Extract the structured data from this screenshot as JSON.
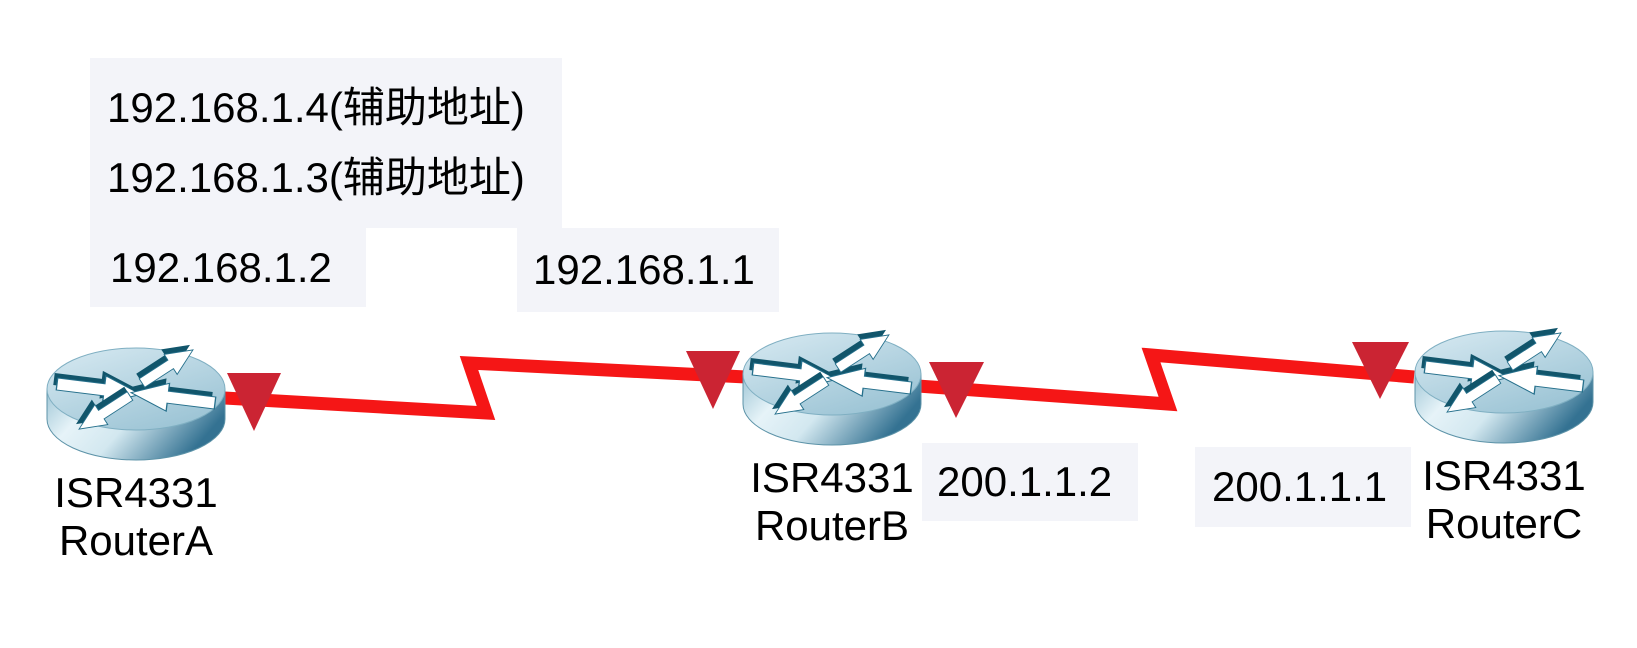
{
  "diagram": {
    "type": "network-topology",
    "ip_labels": {
      "aux1": "192.168.1.4(辅助地址)",
      "aux2": "192.168.1.3(辅助地址)",
      "routerA_lan": "192.168.1.2",
      "routerB_lan": "192.168.1.1",
      "routerB_wan": "200.1.1.2",
      "routerC_wan": "200.1.1.1"
    },
    "devices": [
      {
        "model": "ISR4331",
        "name": "RouterA"
      },
      {
        "model": "ISR4331",
        "name": "RouterB"
      },
      {
        "model": "ISR4331",
        "name": "RouterC"
      }
    ],
    "links": [
      {
        "from": "RouterA",
        "to": "RouterB",
        "type": "serial",
        "status": "down"
      },
      {
        "from": "RouterB",
        "to": "RouterC",
        "type": "serial",
        "status": "down"
      }
    ],
    "colors": {
      "link_red": "#f51616",
      "arrow_red": "#cb2433",
      "label_bg": "#f3f4f9",
      "text": "#000000"
    }
  }
}
